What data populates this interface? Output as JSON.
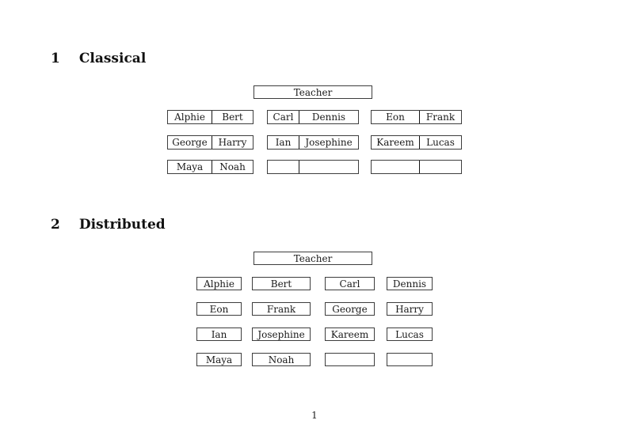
{
  "page_number": "1",
  "sections": {
    "classical": {
      "number": "1",
      "title": "Classical",
      "teacher": "Teacher",
      "rows": [
        [
          [
            "Alphie",
            "Bert"
          ],
          [
            "Carl",
            "Dennis"
          ],
          [
            "Eon",
            "Frank"
          ]
        ],
        [
          [
            "George",
            "Harry"
          ],
          [
            "Ian",
            "Josephine"
          ],
          [
            "Kareem",
            "Lucas"
          ]
        ],
        [
          [
            "Maya",
            "Noah"
          ],
          [
            "",
            ""
          ],
          [
            "",
            ""
          ]
        ]
      ]
    },
    "distributed": {
      "number": "2",
      "title": "Distributed",
      "teacher": "Teacher",
      "rows": [
        [
          "Alphie",
          "Bert",
          "Carl",
          "Dennis"
        ],
        [
          "Eon",
          "Frank",
          "George",
          "Harry"
        ],
        [
          "Ian",
          "Josephine",
          "Kareem",
          "Lucas"
        ],
        [
          "Maya",
          "Noah",
          "",
          ""
        ]
      ]
    }
  },
  "colors": {
    "box_border": "#3d3d3d",
    "divider": "#141414",
    "text": "#1a1a1a"
  }
}
